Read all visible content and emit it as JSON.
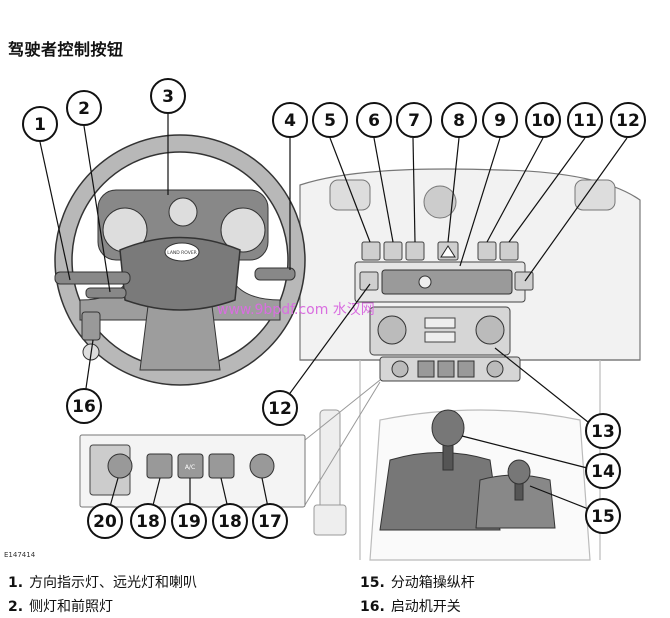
{
  "title": "驾驶者控制按钮",
  "image_code": "E147414",
  "watermark": "www.9bpdf.com  水汉网",
  "steering_logo": "LAND ROVER",
  "callouts": [
    "1",
    "2",
    "3",
    "4",
    "5",
    "6",
    "7",
    "8",
    "9",
    "10",
    "11",
    "12",
    "12",
    "13",
    "14",
    "15",
    "16",
    "17",
    "18",
    "18",
    "19",
    "20"
  ],
  "switch_labels": {
    "ac": "A/C"
  },
  "legend": [
    {
      "num": "1.",
      "text": "方向指示灯、远光灯和喇叭"
    },
    {
      "num": "2.",
      "text": "侧灯和前照灯"
    },
    {
      "num": "15.",
      "text": "分动箱操纵杆"
    },
    {
      "num": "16.",
      "text": "启动机开关"
    }
  ]
}
